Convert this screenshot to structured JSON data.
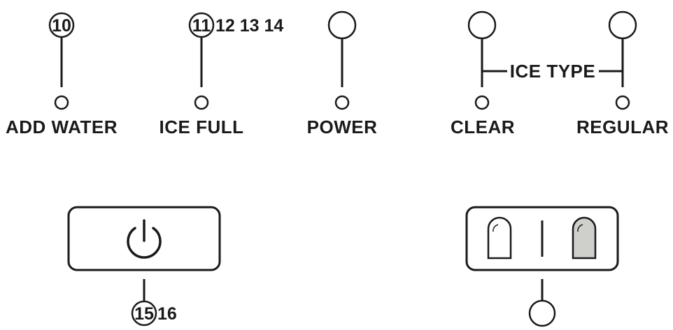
{
  "callouts": {
    "add_water": "10",
    "ice_full": "11",
    "ice_full_extra": "12 13 14",
    "power_button": "15",
    "power_button_extra": "16"
  },
  "indicators": {
    "add_water": "ADD WATER",
    "ice_full": "ICE FULL",
    "power": "POWER",
    "clear": "CLEAR",
    "regular": "REGULAR"
  },
  "group_label": "ICE TYPE",
  "icons": {
    "power_button": "power-icon",
    "clear_ice": "clear-ice-icon",
    "regular_ice": "regular-ice-icon"
  },
  "colors": {
    "ink": "#1a1a1a",
    "regular_ice_fill": "#cfd0cc"
  }
}
